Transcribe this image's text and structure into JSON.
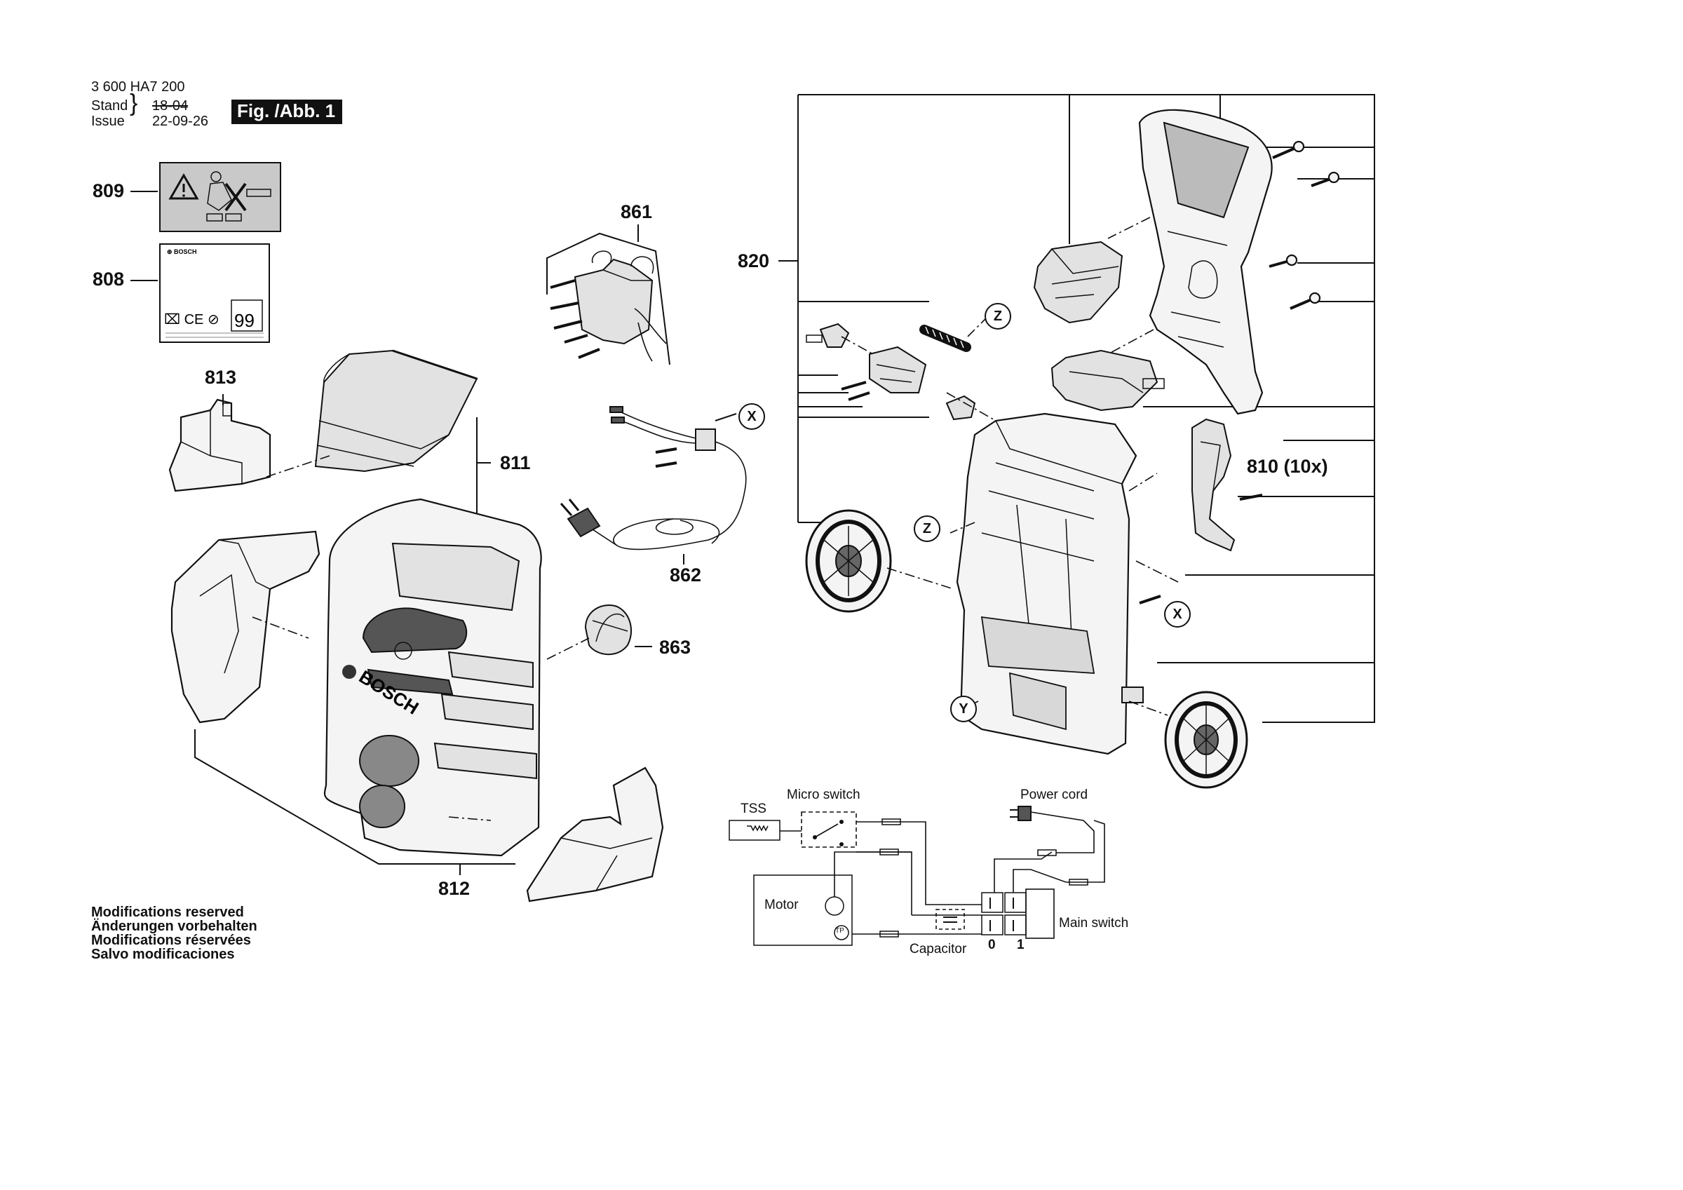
{
  "header": {
    "part_number": "3 600 HA7 200",
    "stand_label": "Stand",
    "issue_label": "Issue",
    "stand_value": "18-04",
    "issue_value": "22-09-26",
    "figure_label": "Fig. /Abb. 1"
  },
  "callouts": {
    "c809": "809",
    "c808": "808",
    "c813": "813",
    "c811": "811",
    "c812": "812",
    "c861": "861",
    "c862": "862",
    "c863": "863",
    "c820": "820",
    "c810": "810 (10x)"
  },
  "markers": {
    "z": "Z",
    "x": "X",
    "y": "Y"
  },
  "labels": {
    "brand": "BOSCH",
    "label808_brand": "⊕ BOSCH",
    "label808_rating": "99"
  },
  "wiring": {
    "tss": "TSS",
    "micro_switch": "Micro switch",
    "power_cord": "Power cord",
    "motor": "Motor",
    "tp": "TP",
    "capacitor": "Capacitor",
    "main_switch": "Main switch",
    "pos0": "0",
    "pos1": "1"
  },
  "footer": {
    "line1": "Modifications reserved",
    "line2": "Änderungen vorbehalten",
    "line3": "Modifications réservées",
    "line4": "Salvo modificaciones"
  }
}
